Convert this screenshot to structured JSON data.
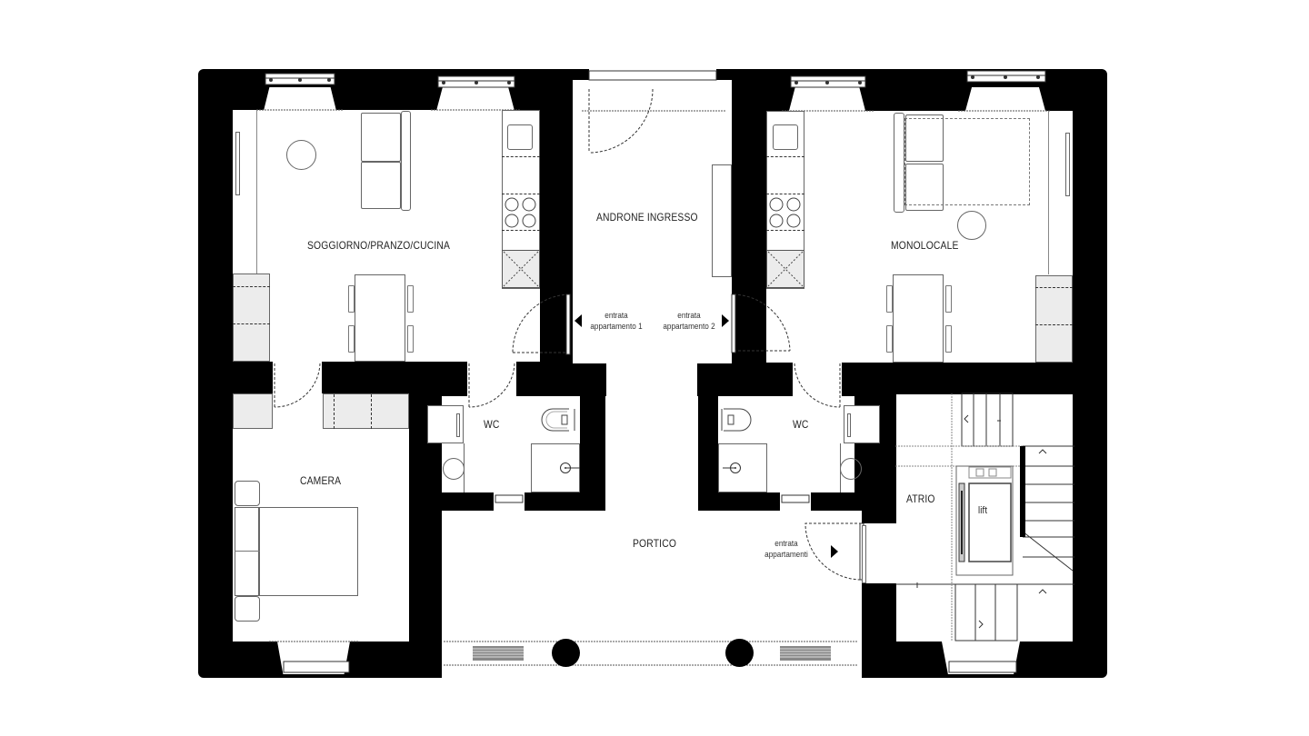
{
  "plan": {
    "rooms": {
      "living": "SOGGIORNO/PRANZO/CUCINA",
      "entrance_hall": "ANDRONE INGRESSO",
      "studio": "MONOLOCALE",
      "bedroom": "CAMERA",
      "wc_left": "WC",
      "wc_right": "WC",
      "portico": "PORTICO",
      "atrium": "ATRIO",
      "lift": "lift"
    },
    "annotations": {
      "entrance_apt1_line1": "entrata",
      "entrance_apt1_line2": "appartamento 1",
      "entrance_apt2_line1": "entrata",
      "entrance_apt2_line2": "appartamento 2",
      "entrance_apts_line1": "entrata",
      "entrance_apts_line2": "appartamenti"
    },
    "colors": {
      "wall": "#000000",
      "floor": "#ffffff",
      "fixture_fill": "#ececec",
      "line": "#666666"
    }
  }
}
